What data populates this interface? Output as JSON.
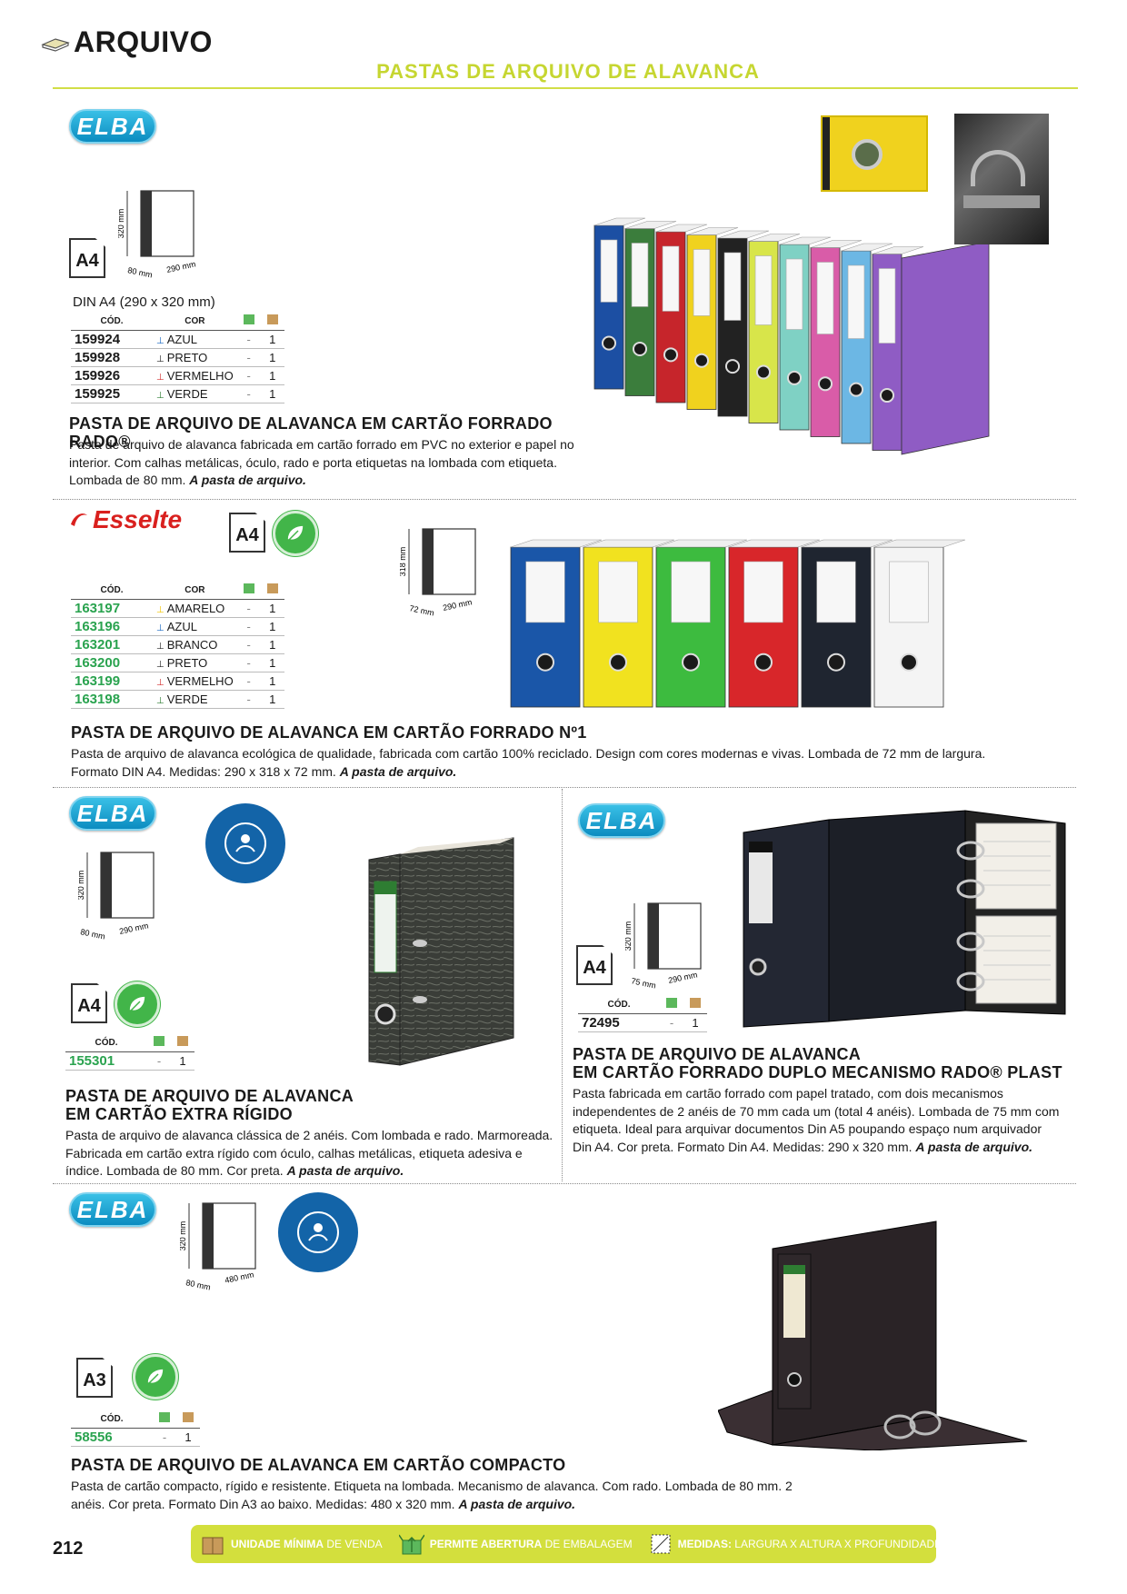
{
  "header": {
    "category": "ARQUIVO",
    "section": "PASTAS DE ARQUIVO DE ALAVANCA"
  },
  "brands": {
    "elba": "ELBA",
    "esselte": "Esselte"
  },
  "table_headers": {
    "code": "CÓD.",
    "color": "COR"
  },
  "products": [
    {
      "format_label": "DIN A4 (290 x 320 mm)",
      "dims": {
        "h": "320 mm",
        "w": "290 mm",
        "d": "80 mm"
      },
      "rows": [
        {
          "code": "159924",
          "color": "AZUL",
          "dash": "-",
          "qty": "1",
          "tick_color": "#1565c0"
        },
        {
          "code": "159928",
          "color": "PRETO",
          "dash": "-",
          "qty": "1",
          "tick_color": "#222222"
        },
        {
          "code": "159926",
          "color": "VERMELHO",
          "dash": "-",
          "qty": "1",
          "tick_color": "#d32f2f"
        },
        {
          "code": "159925",
          "color": "VERDE",
          "dash": "-",
          "qty": "1",
          "tick_color": "#2e7d32"
        }
      ],
      "title": "PASTA DE ARQUIVO DE ALAVANCA EM CARTÃO FORRADO RADO®",
      "desc": "Pasta de arquivo de alavanca fabricada em cartão forrado em PVC no exterior e papel no interior. Com calhas metálicas, óculo, rado e porta etiquetas na lombada com etiqueta. Lombada de 80 mm.",
      "unit": "A pasta de arquivo."
    },
    {
      "format": "A4",
      "dims": {
        "h": "318 mm",
        "w": "290 mm",
        "d": "72 mm"
      },
      "rows": [
        {
          "code": "163197",
          "color": "AMARELO",
          "dash": "-",
          "qty": "1",
          "tick_color": "#f2c500"
        },
        {
          "code": "163196",
          "color": "AZUL",
          "dash": "-",
          "qty": "1",
          "tick_color": "#1565c0"
        },
        {
          "code": "163201",
          "color": "BRANCO",
          "dash": "-",
          "qty": "1",
          "tick_color": "#222222"
        },
        {
          "code": "163200",
          "color": "PRETO",
          "dash": "-",
          "qty": "1",
          "tick_color": "#222222"
        },
        {
          "code": "163199",
          "color": "VERMELHO",
          "dash": "-",
          "qty": "1",
          "tick_color": "#d32f2f"
        },
        {
          "code": "163198",
          "color": "VERDE",
          "dash": "-",
          "qty": "1",
          "tick_color": "#2e7d32"
        }
      ],
      "title": "PASTA DE ARQUIVO DE ALAVANCA EM CARTÃO FORRADO Nº1",
      "desc": "Pasta de arquivo de alavanca ecológica de qualidade, fabricada com cartão 100% reciclado. Design com cores modernas e vivas. Lombada de 72 mm de largura. Formato DIN A4. Medidas: 290 x 318 x 72 mm.",
      "unit": "A pasta de arquivo."
    },
    {
      "format": "A4",
      "dims": {
        "h": "320 mm",
        "w": "290 mm",
        "d": "80 mm"
      },
      "rows": [
        {
          "code": "155301",
          "dash": "-",
          "qty": "1"
        }
      ],
      "title_line1": "PASTA DE ARQUIVO DE ALAVANCA",
      "title_line2": "EM CARTÃO EXTRA RÍGIDO",
      "desc": "Pasta de arquivo de alavanca clássica de 2 anéis. Com lombada e rado. Marmoreada. Fabricada em cartão extra rígido com óculo, calhas metálicas, etiqueta adesiva e índice. Lombada de 80 mm. Cor preta.",
      "unit": "A pasta de arquivo."
    },
    {
      "format": "A4",
      "dims": {
        "h": "320 mm",
        "w": "290 mm",
        "d": "75 mm"
      },
      "rows": [
        {
          "code": "72495",
          "dash": "-",
          "qty": "1"
        }
      ],
      "title_line1": "PASTA DE ARQUIVO DE ALAVANCA",
      "title_line2": "EM CARTÃO FORRADO DUPLO MECANISMO RADO® PLAST",
      "desc": "Pasta fabricada em cartão forrado com papel tratado, com dois mecanismos independentes de 2 anéis de 70 mm cada um (total 4 anéis). Lombada de 75 mm com etiqueta. Ideal para arquivar documentos Din A5 poupando espaço num arquivador Din A4. Cor preta. Formato Din A4. Medidas: 290 x 320 mm.",
      "unit": "A pasta de arquivo."
    },
    {
      "format": "A3",
      "dims": {
        "h": "320 mm",
        "w": "480 mm",
        "d": "80 mm"
      },
      "rows": [
        {
          "code": "58556",
          "dash": "-",
          "qty": "1"
        }
      ],
      "title": "PASTA DE ARQUIVO DE ALAVANCA EM CARTÃO COMPACTO",
      "desc": "Pasta de cartão compacto, rígido e resistente. Etiqueta na lombada. Mecanismo de alavanca. Com rado. Lombada de 80 mm. 2 anéis. Cor preta. Formato Din A3 ao baixo. Medidas: 480 x 320 mm.",
      "unit": "A pasta de arquivo."
    }
  ],
  "footer": {
    "page": "212",
    "legend": [
      {
        "strong": "UNIDADE MÍNIMA",
        "rest": " DE VENDA"
      },
      {
        "strong": "PERMITE ABERTURA",
        "rest": " DE EMBALAGEM"
      },
      {
        "strong": "MEDIDAS:",
        "rest": " LARGURA X ALTURA X PROFUNDIDADE"
      }
    ]
  },
  "colors": {
    "accent": "#c6d631",
    "code_green": "#2aa34f",
    "binders_p1": [
      "#1c4fa3",
      "#3b7d3c",
      "#c6252b",
      "#f0d21e",
      "#222222",
      "#d8e54a",
      "#7fd1c4",
      "#d95ca8",
      "#6cb7e4",
      "#8f5cc4"
    ],
    "binders_p2": [
      "#1a56a8",
      "#f1e21f",
      "#3dbb3f",
      "#d8262a",
      "#1f2530",
      "#f4f4f4"
    ]
  }
}
